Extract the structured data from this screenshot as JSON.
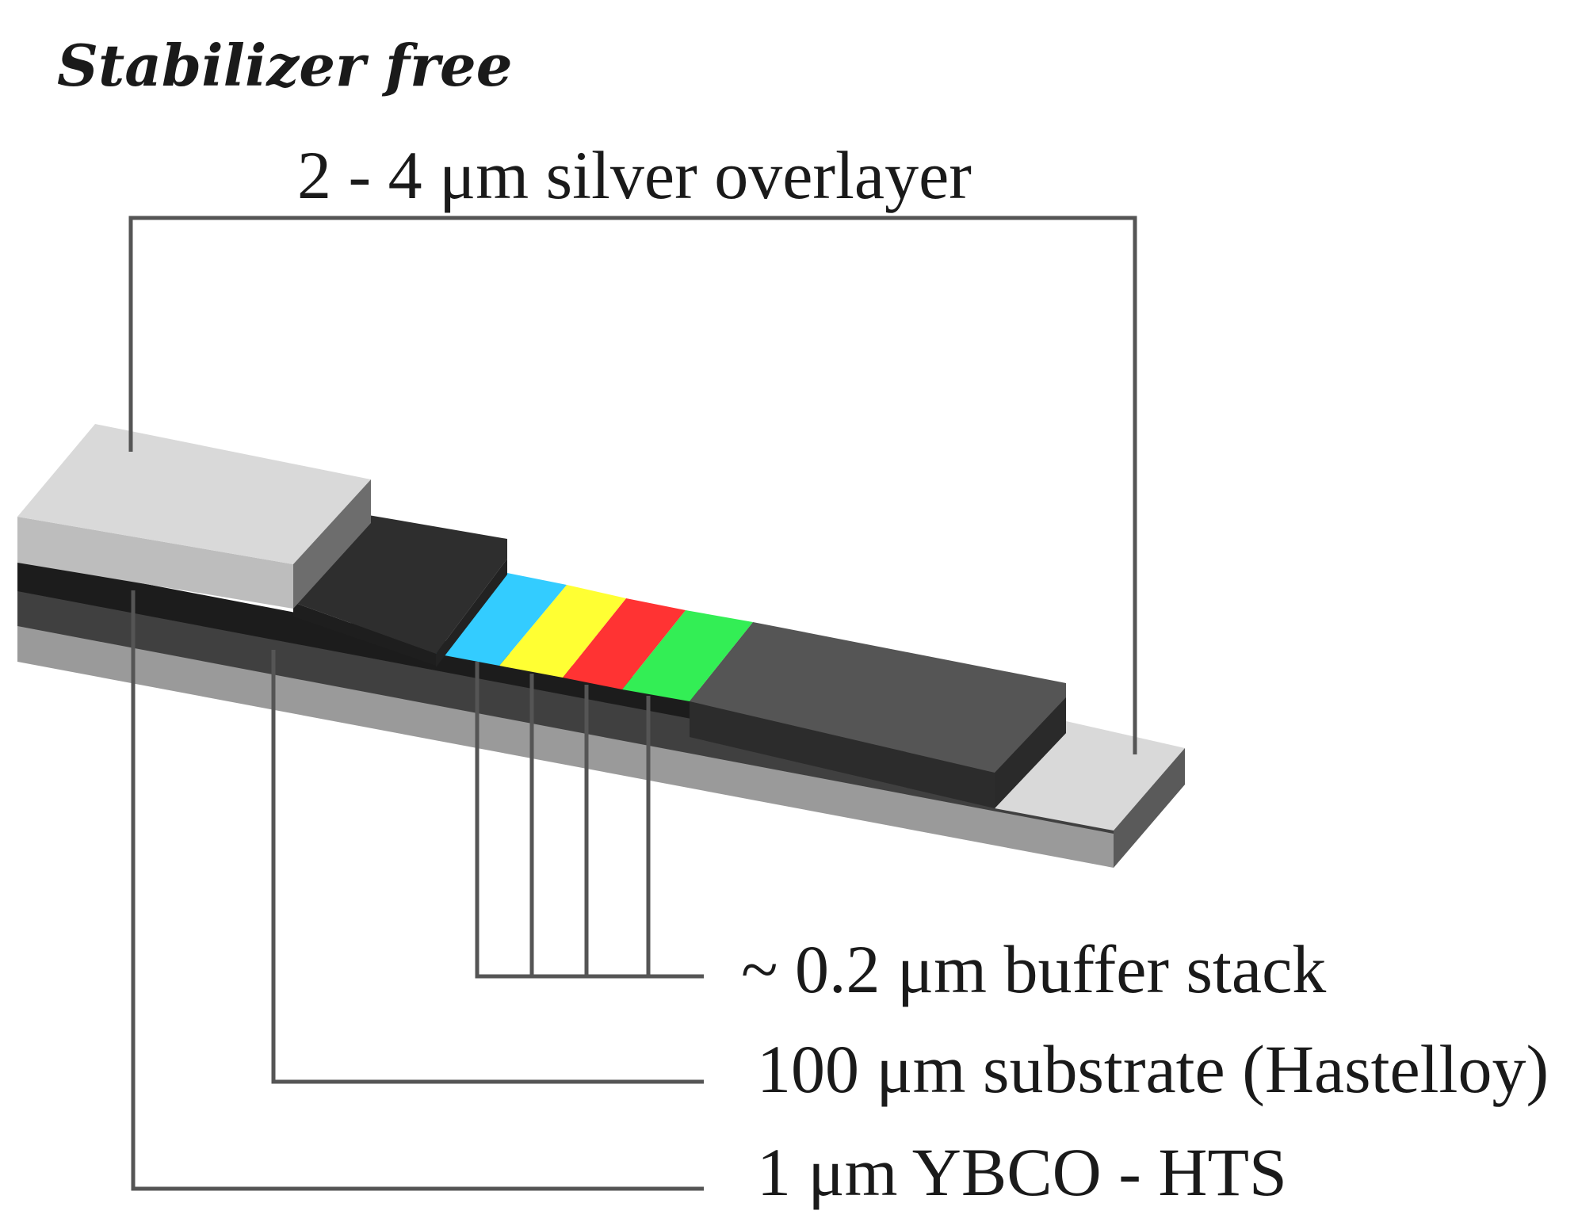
{
  "title": "Stabilizer free",
  "labels": {
    "silver": "2 - 4 μm silver overlayer",
    "buffer": "~ 0.2 μm buffer stack",
    "substrate": "100 μm substrate (Hastelloy)",
    "ybco": "1 μm YBCO - HTS"
  },
  "colors": {
    "silver_top": "#d9d9d9",
    "silver_front": "#bdbdbd",
    "silver_side": "#6d6d6d",
    "substrate_front": "#9a9a9a",
    "substrate_band": "#404040",
    "ybco_top": "#555555",
    "black_block": "#2e2e2e",
    "buffer_cyan": "#33ccff",
    "buffer_yellow": "#ffff33",
    "buffer_red": "#ff3333",
    "buffer_green": "#33ee55",
    "leader": "#555555"
  }
}
